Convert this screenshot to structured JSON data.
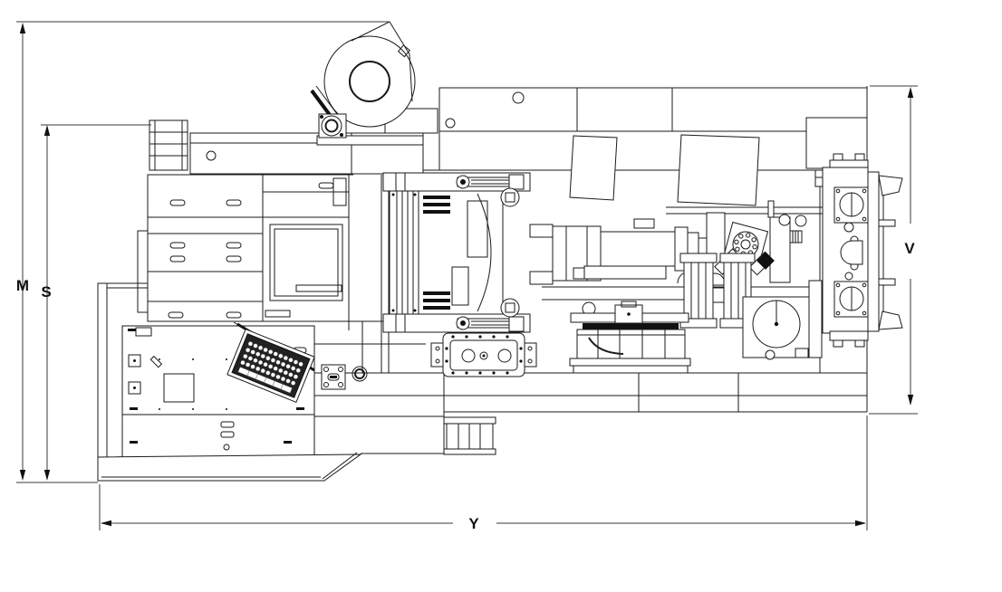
{
  "page": {
    "title": "Horizontal band saw machine - top view dimensional drawing",
    "background_color": "#ffffff",
    "line_color": "#1a1a1a"
  },
  "dimensions": {
    "m": "M",
    "s": "S",
    "v": "V",
    "y": "Y"
  },
  "components": [
    "blower-fan-scroll",
    "blower-inlet-ring",
    "ladder-rack",
    "top-cover-box",
    "top-cover-band",
    "tilted-access-panel-left",
    "tilted-access-panel-right",
    "drawer-cabinet",
    "mid-cabinet-frame",
    "saw-head-frame",
    "guide-rail-top",
    "guide-rail-bottom",
    "band-wheel-housing-arc",
    "drive-motor",
    "motor-cooling-fins",
    "hydraulic-manifold",
    "bolted-flange-coupling",
    "valve-block",
    "clamp-cylinder-left",
    "clamp-cylinder-right",
    "pressure-gauge-dial",
    "feed-table",
    "brush-strip",
    "gearbox-cover-plate",
    "roller-block",
    "mounting-flange-small",
    "sight-ring",
    "vise-column",
    "clamp-flange-upper",
    "clamp-flange-lower",
    "fixture-casting",
    "machine-bed",
    "control-cabinet",
    "keyboard-panel",
    "chip-tray"
  ]
}
